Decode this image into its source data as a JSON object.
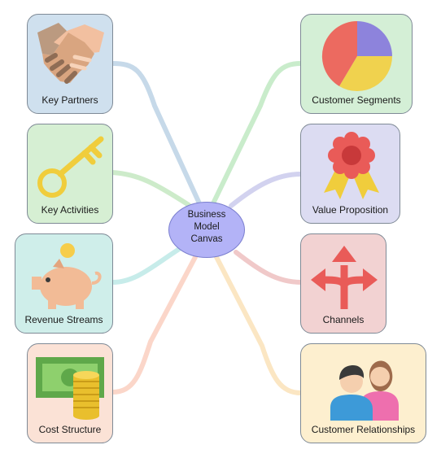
{
  "center": {
    "lines": [
      "Business",
      "Model",
      "Canvas"
    ]
  },
  "nodes": {
    "key_partners": {
      "label": "Key Partners",
      "icon": "handshake-icon",
      "color": "#cfe0ee"
    },
    "key_activities": {
      "label": "Key Activities",
      "icon": "key-icon",
      "color": "#d6efd3"
    },
    "revenue_streams": {
      "label": "Revenue Streams",
      "icon": "piggy-bank-icon",
      "color": "#cfeeea"
    },
    "cost_structure": {
      "label": "Cost Structure",
      "icon": "money-coins-icon",
      "color": "#fbe2d6"
    },
    "customer_segments": {
      "label": "Customer Segments",
      "icon": "pie-chart-icon",
      "color": "#d4efd6"
    },
    "value_proposition": {
      "label": "Value Proposition",
      "icon": "award-ribbon-icon",
      "color": "#dcdcf2"
    },
    "channels": {
      "label": "Channels",
      "icon": "split-arrows-icon",
      "color": "#f2d2d2"
    },
    "customer_relationships": {
      "label": "Customer Relationships",
      "icon": "people-icon",
      "color": "#fdefcf"
    }
  }
}
